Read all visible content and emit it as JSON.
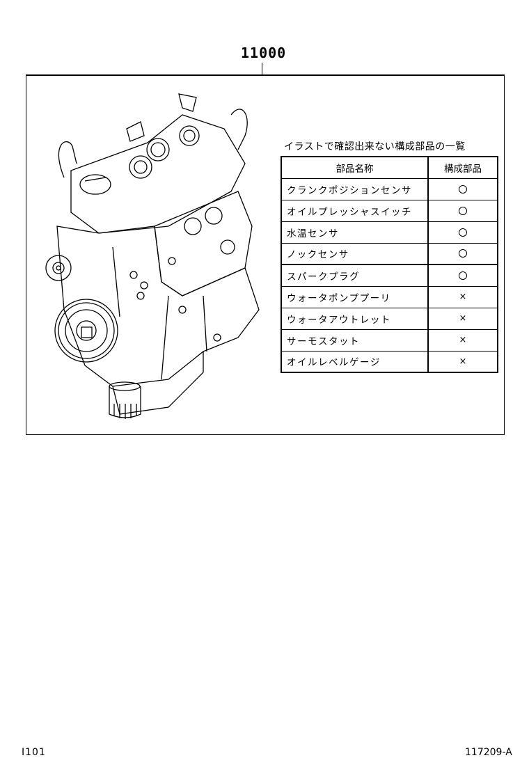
{
  "diagram": {
    "part_number": "11000",
    "illustration": "engine-assembly-line-drawing",
    "table": {
      "title": "イラストで確認出来ない構成部品の一覧",
      "headers": [
        "部品名称",
        "構成部品"
      ],
      "rows": [
        {
          "name": "クランクポジションセンサ",
          "included": "○"
        },
        {
          "name": "オイルプレッシャスイッチ",
          "included": "○"
        },
        {
          "name": "水温センサ",
          "included": "○"
        },
        {
          "name": "ノックセンサ",
          "included": "○"
        },
        {
          "name": "スパークプラグ",
          "included": "○"
        },
        {
          "name": "ウォータポンププーリ",
          "included": "×"
        },
        {
          "name": "ウォータアウトレット",
          "included": "×"
        },
        {
          "name": "サーモスタット",
          "included": "×"
        },
        {
          "name": "オイルレベルゲージ",
          "included": "×"
        }
      ]
    },
    "footer": {
      "left_code": "I101",
      "right_code": "117209-A"
    }
  }
}
